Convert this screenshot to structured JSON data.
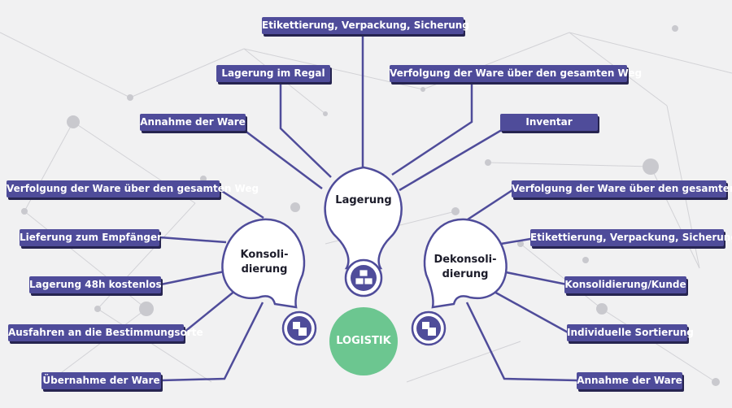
{
  "hubs": {
    "lagerung": "Lagerung",
    "konsolidierung_line1": "Konsoli-",
    "konsolidierung_line2": "dierung",
    "dekonsolidierung_line1": "Dekonsoli-",
    "dekonsolidierung_line2": "dierung"
  },
  "center": "LOGISTIK",
  "lagerung_items": [
    "Etikettierung, Verpackung, Sicherung",
    "Lagerung im Regal",
    "Verfolgung der Ware über den gesamten Weg",
    "Annahme der Ware",
    "Inventar"
  ],
  "konsolidierung_items": [
    "Verfolgung der Ware über den gesamten Weg",
    "Lieferung zum Empfänger",
    "Lagerung 48h kostenlos",
    "Ausfahren an die Bestimmungsorte",
    "Übernahme der Ware"
  ],
  "dekonsolidierung_items": [
    "Verfolgung der Ware über den gesamten Weg",
    "Etikettierung, Verpackung, Sicherung",
    "Konsolidierung/Kunde",
    "Individuelle Sortierung",
    "Annahme der Ware"
  ],
  "icons": [
    "boxes-stack-icon",
    "box-transfer-icon",
    "box-transfer-icon"
  ],
  "colors": {
    "label": "#4f4c9a",
    "line": "#4f4c9a",
    "center": "#6cc690",
    "background": "#f1f1f2"
  }
}
